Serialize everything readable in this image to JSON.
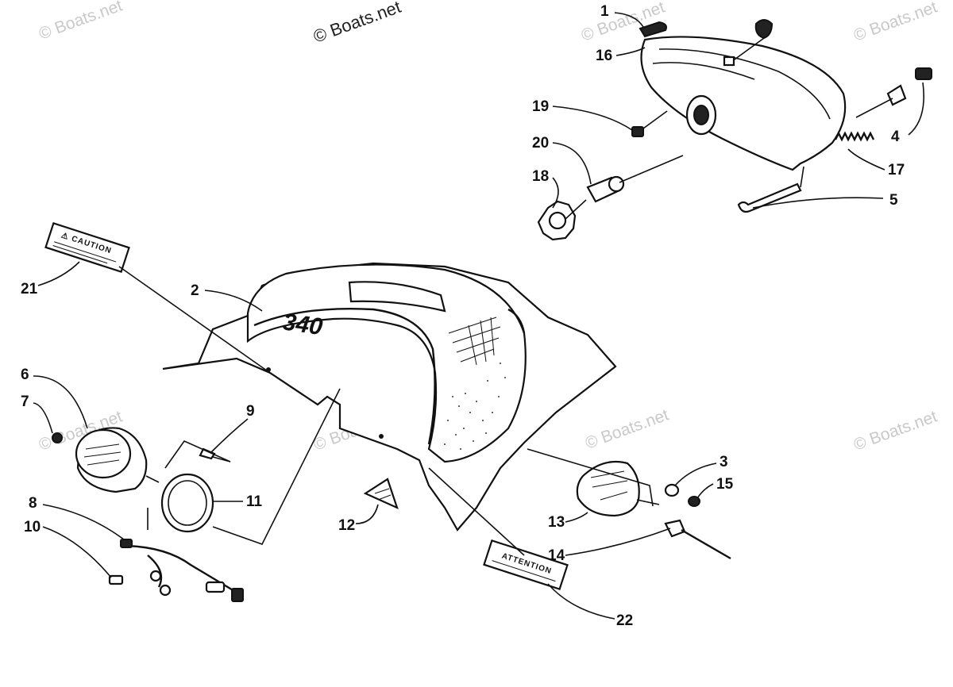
{
  "watermarks": {
    "main": "© Boats.net",
    "faint": "© Boats.net"
  },
  "callouts": {
    "c1": "1",
    "c2": "2",
    "c3": "3",
    "c4": "4",
    "c5": "5",
    "c6": "6",
    "c7": "7",
    "c8": "8",
    "c9": "9",
    "c10": "10",
    "c11": "11",
    "c12": "12",
    "c13": "13",
    "c14": "14",
    "c15": "15",
    "c16": "16",
    "c17": "17",
    "c18": "18",
    "c19": "19",
    "c20": "20",
    "c21": "21",
    "c22": "22"
  },
  "decals": {
    "caution": "⚠ CAUTION",
    "attention": "ATTENTION",
    "hood_badge": "340"
  }
}
